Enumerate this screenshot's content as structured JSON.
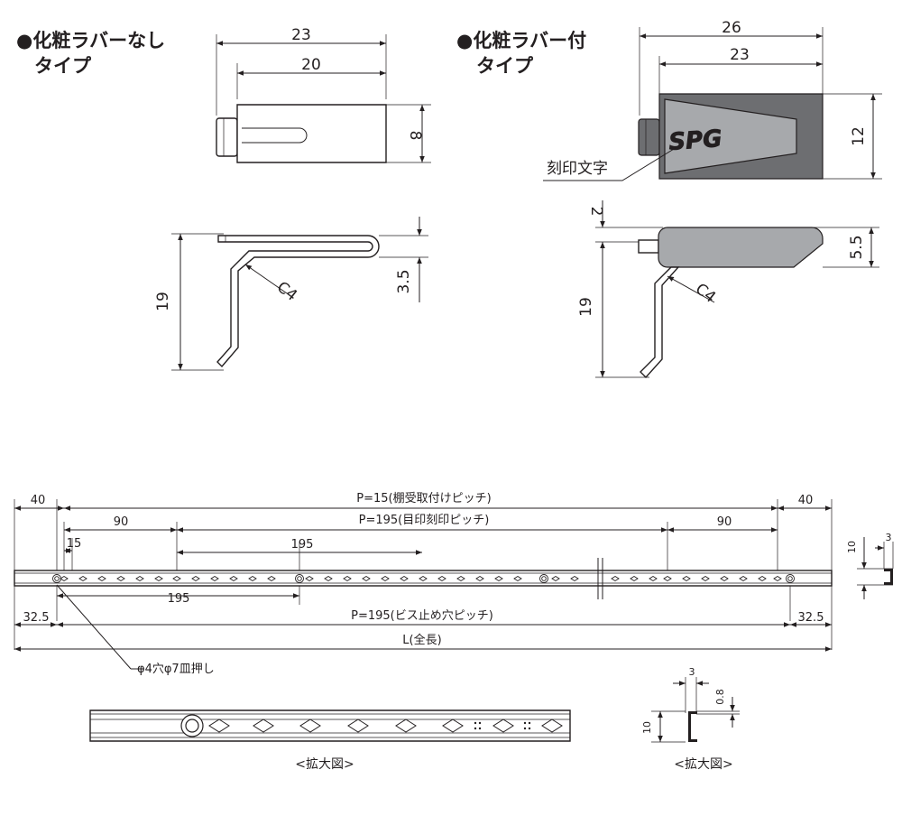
{
  "left_type": {
    "heading_line1": "●化粧ラバーなし",
    "heading_line2": "タイプ",
    "dims": {
      "top_outer": "23",
      "top_inner": "20",
      "right_height": "8",
      "side_height": "19",
      "side_gap": "3.5",
      "chamfer": "C4"
    }
  },
  "right_type": {
    "heading_line1": "●化粧ラバー付",
    "heading_line2": "タイプ",
    "dims": {
      "top_outer": "26",
      "top_inner": "23",
      "right_height": "12",
      "top_gap": "2",
      "side_height": "19",
      "side_right": "5.5",
      "chamfer": "C4"
    },
    "logo_text": "SPG",
    "engraving_label": "刻印文字"
  },
  "rail": {
    "dim_40_left": "40",
    "dim_40_right": "40",
    "pitch_15": "P=15(棚受取付けピッチ)",
    "dim_90_left": "90",
    "dim_90_right": "90",
    "pitch_195_mark": "P=195(目印刻印ピッチ)",
    "dim_15": "15",
    "dim_195_upper": "195",
    "dim_195_lower": "195",
    "dim_325_left": "32.5",
    "dim_325_right": "32.5",
    "pitch_195_screw": "P=195(ビス止め穴ピッチ)",
    "total_length": "L(全長)",
    "hole_label": "φ4穴φ7皿押し",
    "section_height": "10",
    "section_width": "3"
  },
  "enlarged_rail": {
    "caption": "<拡大図>"
  },
  "enlarged_section": {
    "width": "3",
    "thickness": "0.8",
    "height": "10",
    "caption": "<拡大図>"
  }
}
